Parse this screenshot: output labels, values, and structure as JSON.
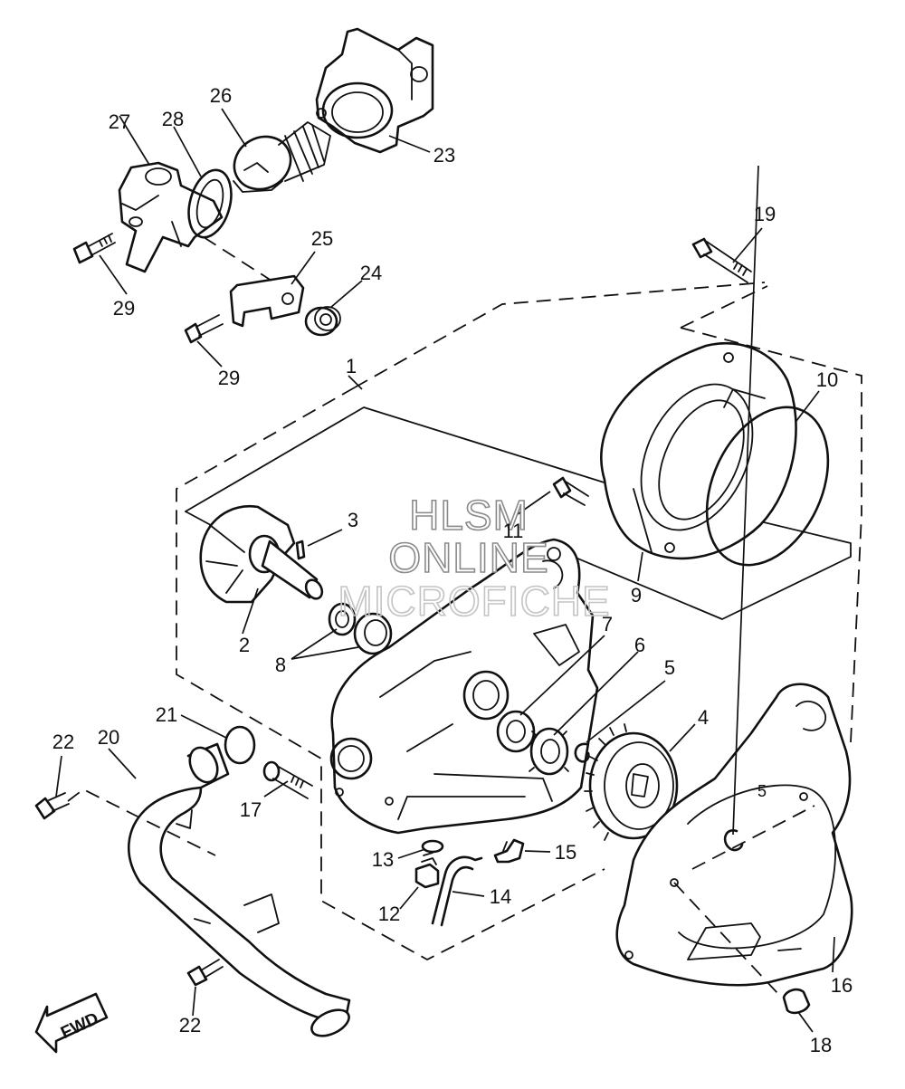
{
  "watermark": {
    "line1": "HLSM",
    "line2": "ONLINE",
    "line3": "MICROFICHE"
  },
  "fwd_label": "FWD",
  "callouts": [
    {
      "id": "c1",
      "text": "1"
    },
    {
      "id": "c2",
      "text": "2"
    },
    {
      "id": "c3",
      "text": "3"
    },
    {
      "id": "c4",
      "text": "4"
    },
    {
      "id": "c5a",
      "text": "5"
    },
    {
      "id": "c5b",
      "text": "5"
    },
    {
      "id": "c6",
      "text": "6"
    },
    {
      "id": "c7",
      "text": "7"
    },
    {
      "id": "c8",
      "text": "8"
    },
    {
      "id": "c9",
      "text": "9"
    },
    {
      "id": "c10",
      "text": "10"
    },
    {
      "id": "c11",
      "text": "11"
    },
    {
      "id": "c12",
      "text": "12"
    },
    {
      "id": "c13",
      "text": "13"
    },
    {
      "id": "c14",
      "text": "14"
    },
    {
      "id": "c15",
      "text": "15"
    },
    {
      "id": "c16",
      "text": "16"
    },
    {
      "id": "c17",
      "text": "17"
    },
    {
      "id": "c18",
      "text": "18"
    },
    {
      "id": "c19",
      "text": "19"
    },
    {
      "id": "c20",
      "text": "20"
    },
    {
      "id": "c21",
      "text": "21"
    },
    {
      "id": "c22a",
      "text": "22"
    },
    {
      "id": "c22b",
      "text": "22"
    },
    {
      "id": "c23",
      "text": "23"
    },
    {
      "id": "c24",
      "text": "24"
    },
    {
      "id": "c25",
      "text": "25"
    },
    {
      "id": "c26",
      "text": "26"
    },
    {
      "id": "c27",
      "text": "27"
    },
    {
      "id": "c28",
      "text": "28"
    },
    {
      "id": "c29a",
      "text": "29"
    },
    {
      "id": "c29b",
      "text": "29"
    }
  ]
}
